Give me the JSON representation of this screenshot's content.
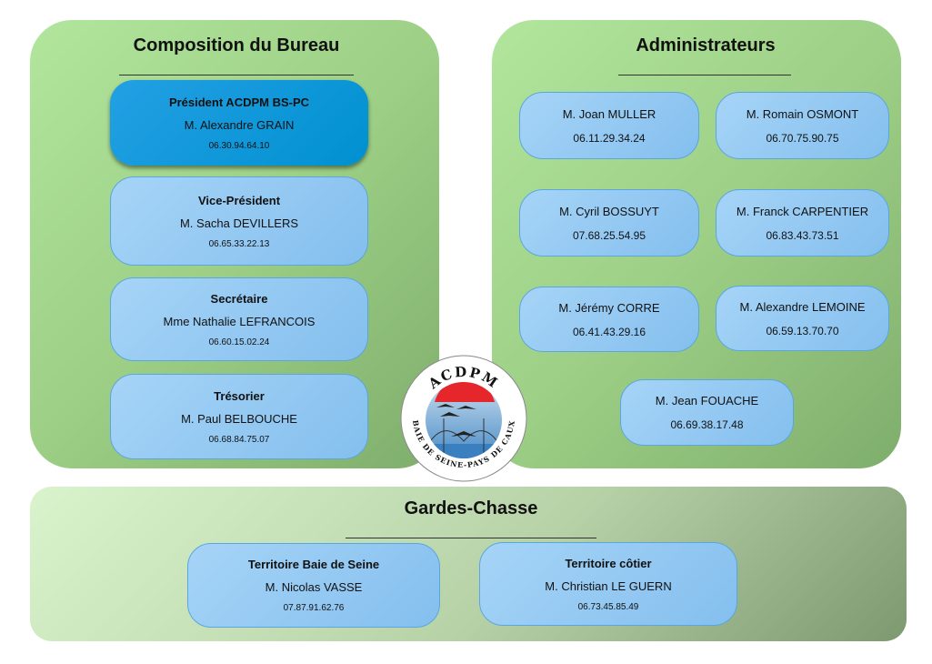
{
  "bureau": {
    "title": "Composition du Bureau",
    "members": [
      {
        "role": "Président ACDPM BS-PC",
        "name": "M. Alexandre GRAIN",
        "phone": "06.30.94.64.10"
      },
      {
        "role": "Vice-Président",
        "name": "M. Sacha DEVILLERS",
        "phone": "06.65.33.22.13"
      },
      {
        "role": "Secrétaire",
        "name": "Mme Nathalie LEFRANCOIS",
        "phone": "06.60.15.02.24"
      },
      {
        "role": "Trésorier",
        "name": "M. Paul BELBOUCHE",
        "phone": "06.68.84.75.07"
      }
    ]
  },
  "admins": {
    "title": "Administrateurs",
    "members": [
      {
        "name": "M. Joan MULLER",
        "phone": "06.11.29.34.24"
      },
      {
        "name": "M. Romain OSMONT",
        "phone": "06.70.75.90.75"
      },
      {
        "name": "M. Cyril BOSSUYT",
        "phone": "07.68.25.54.95"
      },
      {
        "name": "M. Franck CARPENTIER",
        "phone": "06.83.43.73.51"
      },
      {
        "name": "M. Jérémy CORRE",
        "phone": "06.41.43.29.16"
      },
      {
        "name": "M. Alexandre LEMOINE",
        "phone": "06.59.13.70.70"
      },
      {
        "name": "M. Jean FOUACHE",
        "phone": "06.69.38.17.48"
      }
    ]
  },
  "gardes": {
    "title": "Gardes-Chasse",
    "members": [
      {
        "role": "Territoire Baie de Seine",
        "name": "M. Nicolas VASSE",
        "phone": "07.87.91.62.76"
      },
      {
        "role": "Territoire côtier",
        "name": "M. Christian LE GUERN",
        "phone": "06.73.45.85.49"
      }
    ]
  },
  "logo": {
    "top_text": "ACDPM",
    "bottom_text": "BAIE DE SEINE-PAYS DE CAUX"
  }
}
